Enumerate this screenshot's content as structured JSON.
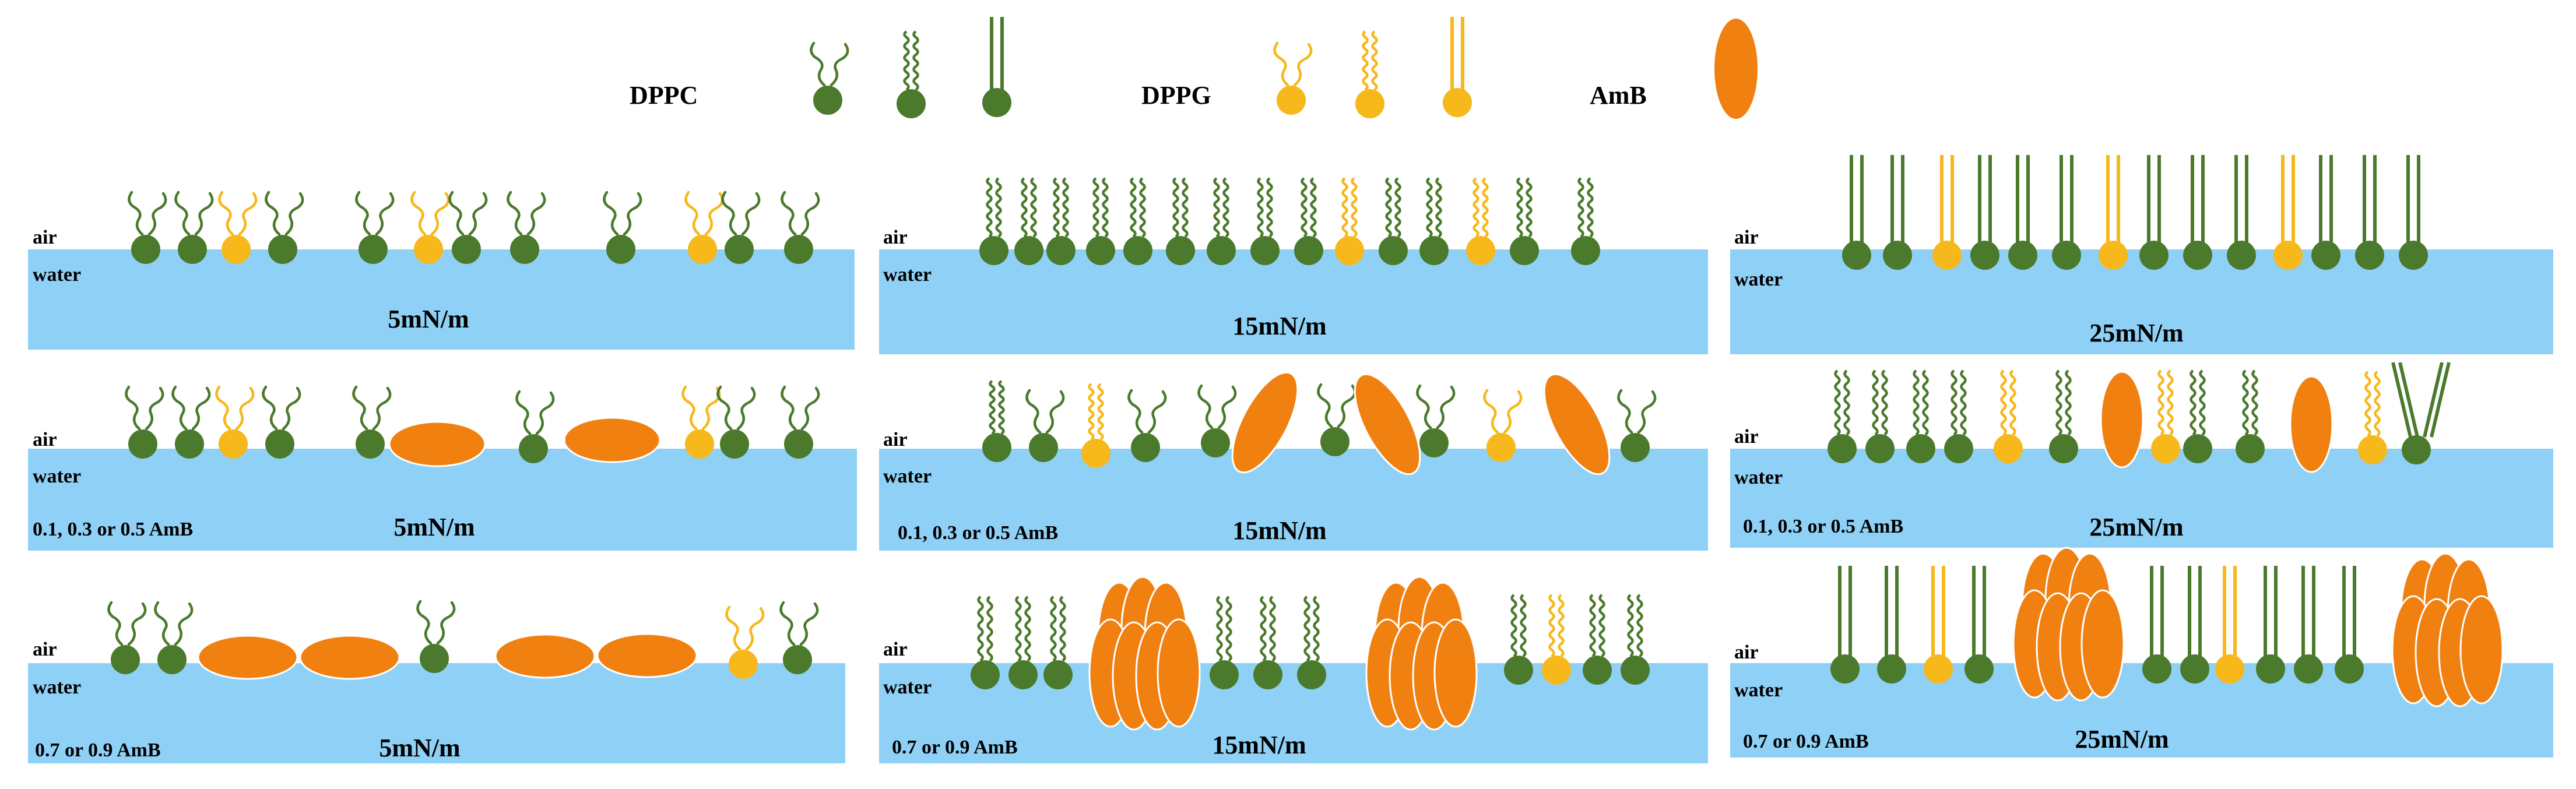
{
  "colors": {
    "dppc": "#4b7a2c",
    "dppg": "#f6b81a",
    "amb": "#f08010",
    "water": "#8fd1f6"
  },
  "legend": {
    "dppc_label": "DPPC",
    "dppg_label": "DPPG",
    "amb_label": "AmB"
  },
  "phase_labels": {
    "air": "air",
    "water": "water"
  },
  "panels": [
    {
      "id": "r1c1",
      "pressure": "5mN/m",
      "amb": ""
    },
    {
      "id": "r1c2",
      "pressure": "15mN/m",
      "amb": ""
    },
    {
      "id": "r1c3",
      "pressure": "25mN/m",
      "amb": ""
    },
    {
      "id": "r2c1",
      "pressure": "5mN/m",
      "amb": "0.1, 0.3  or 0.5 AmB"
    },
    {
      "id": "r2c2",
      "pressure": "15mN/m",
      "amb": "0.1, 0.3  or 0.5 AmB"
    },
    {
      "id": "r2c3",
      "pressure": "25mN/m",
      "amb": "0.1, 0.3  or 0.5 AmB"
    },
    {
      "id": "r3c1",
      "pressure": "5mN/m",
      "amb": "0.7 or 0.9 AmB"
    },
    {
      "id": "r3c2",
      "pressure": "15mN/m",
      "amb": "0.7 or 0.9 AmB"
    },
    {
      "id": "r3c3",
      "pressure": "25mN/m",
      "amb": "0.7 or 0.9 AmB"
    }
  ]
}
